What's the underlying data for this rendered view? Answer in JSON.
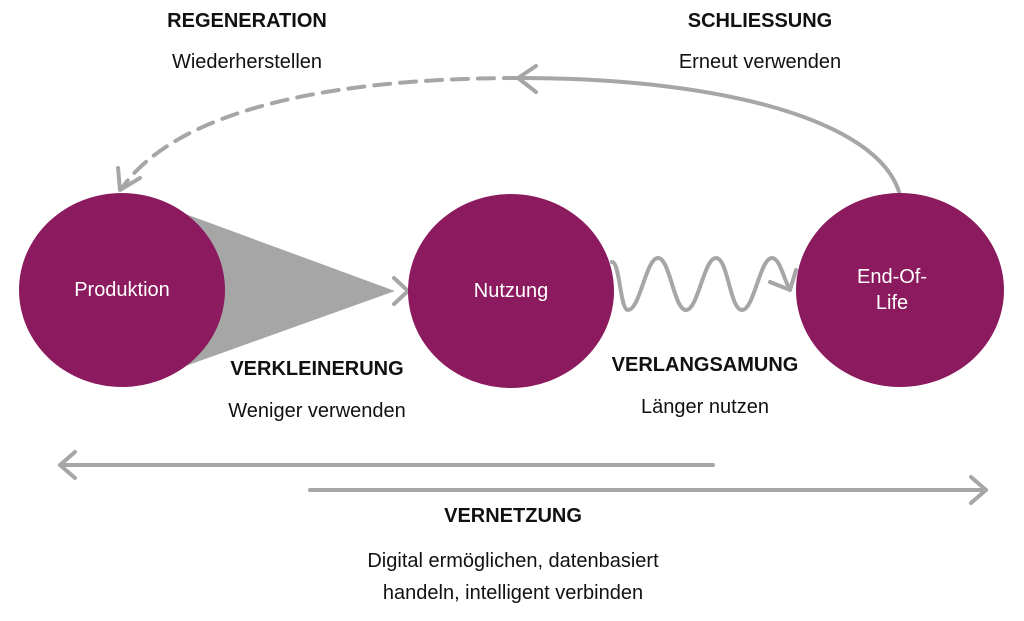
{
  "colors": {
    "circle": "#8B1A5E",
    "arrow": "#A6A6A6"
  },
  "nodes": {
    "production": "Produktion",
    "usage": "Nutzung",
    "eol_line1": "End-Of-",
    "eol_line2": "Life"
  },
  "strategies": {
    "regeneration": {
      "title": "REGENERATION",
      "subtitle": "Wiederherstellen"
    },
    "closing": {
      "title": "SCHLIESSUNG",
      "subtitle": "Erneut verwenden"
    },
    "narrowing": {
      "title": "VERKLEINERUNG",
      "subtitle": "Weniger verwenden"
    },
    "slowing": {
      "title": "VERLANGSAMUNG",
      "subtitle": "Länger nutzen"
    },
    "networking": {
      "title": "VERNETZUNG",
      "subtitle_line1": "Digital ermöglichen, datenbasiert",
      "subtitle_line2": "handeln, intelligent verbinden"
    }
  }
}
